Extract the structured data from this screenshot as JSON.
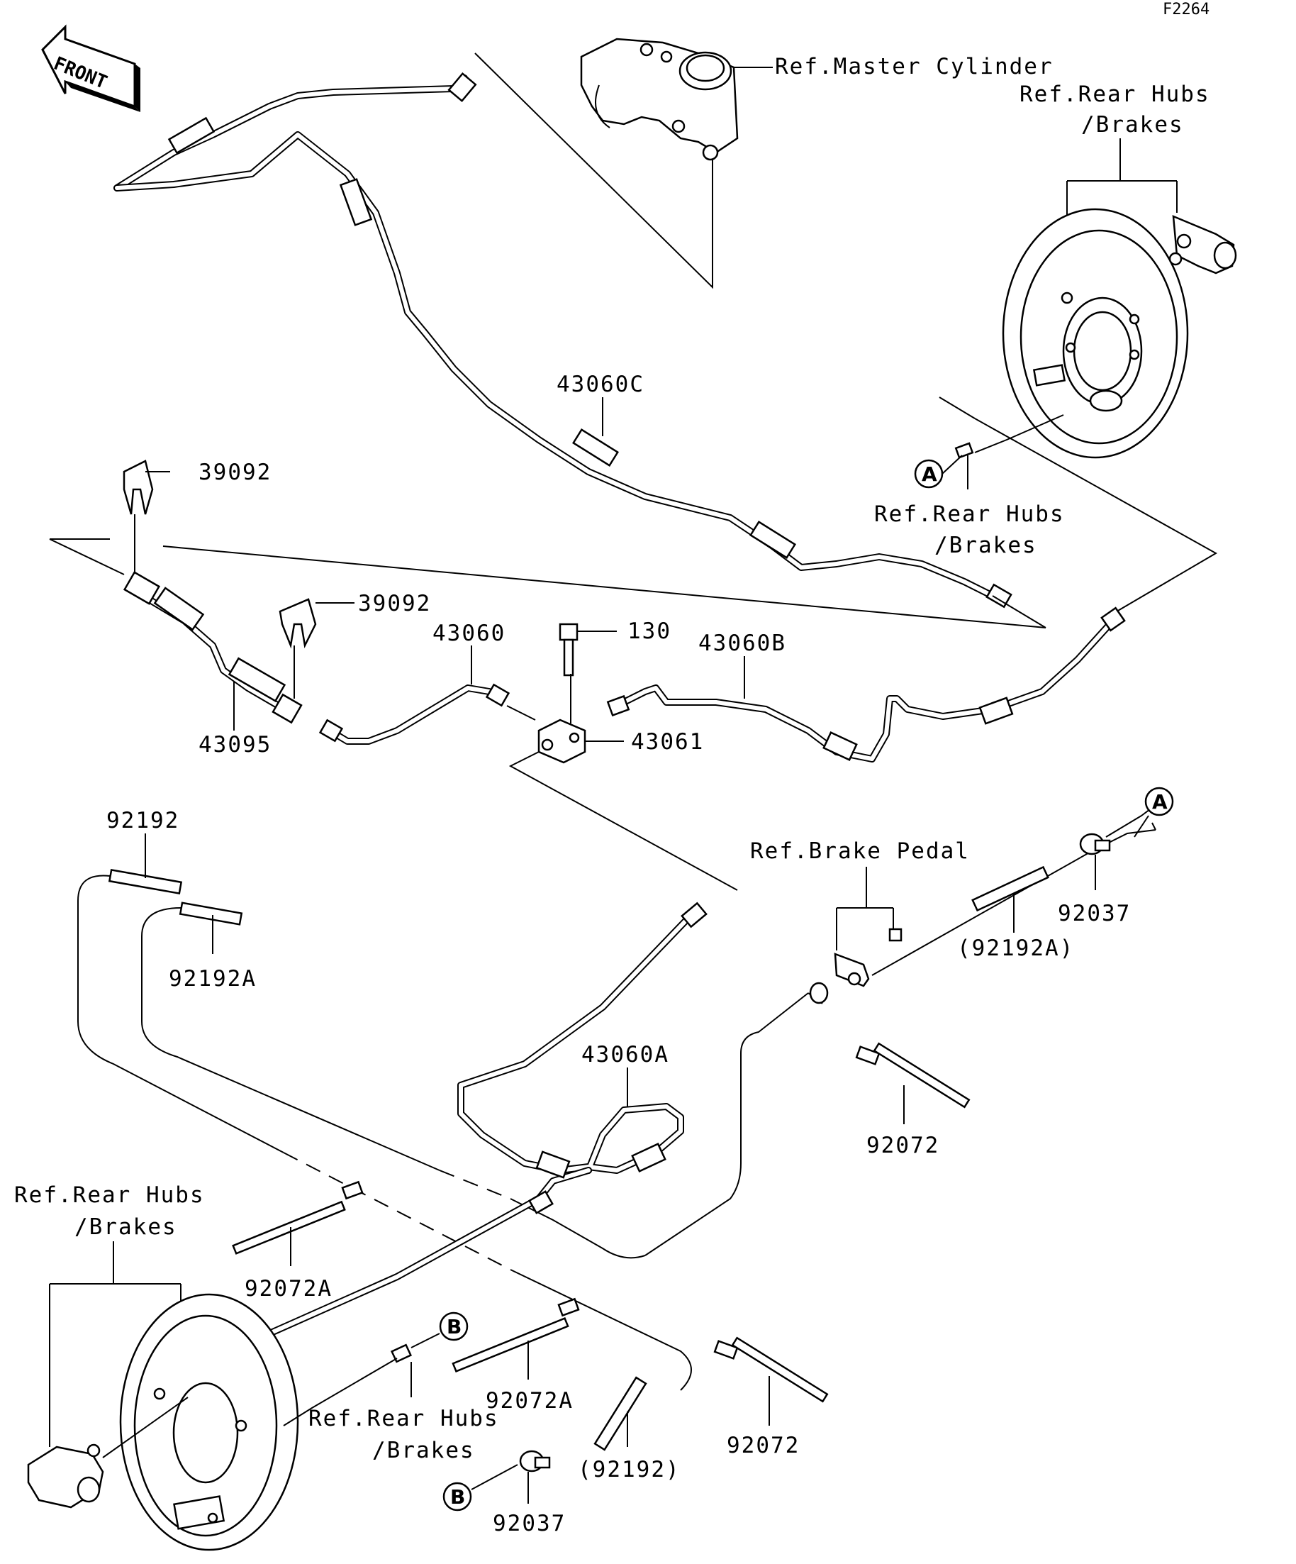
{
  "figure_code": "F2264",
  "front_label": "FRONT",
  "refs": {
    "master_cylinder": "Ref.Master Cylinder",
    "rear_hubs_top_line1": "Ref.Rear Hubs",
    "rear_hubs_top_line2": "/Brakes",
    "rear_hubs_mid_line1": "Ref.Rear Hubs",
    "rear_hubs_mid_line2": "/Brakes",
    "rear_hubs_left_line1": "Ref.Rear Hubs",
    "rear_hubs_left_line2": "/Brakes",
    "rear_hubs_bottom_line1": "Ref.Rear Hubs",
    "rear_hubs_bottom_line2": "/Brakes",
    "brake_pedal": "Ref.Brake Pedal"
  },
  "part_numbers": {
    "p43060C": "43060C",
    "p39092_a": "39092",
    "p39092_b": "39092",
    "p43060": "43060",
    "p130": "130",
    "p43060B": "43060B",
    "p43061": "43061",
    "p43095": "43095",
    "p92192": "92192",
    "p92192A": "92192A",
    "p92192A_paren": "(92192A)",
    "p92037_a": "92037",
    "p43060A": "43060A",
    "p92072_a": "92072",
    "p92072A_a": "92072A",
    "p92072A_b": "92072A",
    "p92072_b": "92072",
    "p92192_paren": "(92192)",
    "p92037_b": "92037"
  },
  "markers": {
    "a_top": "A",
    "a_right": "A",
    "b_top": "B",
    "b_bottom": "B"
  }
}
